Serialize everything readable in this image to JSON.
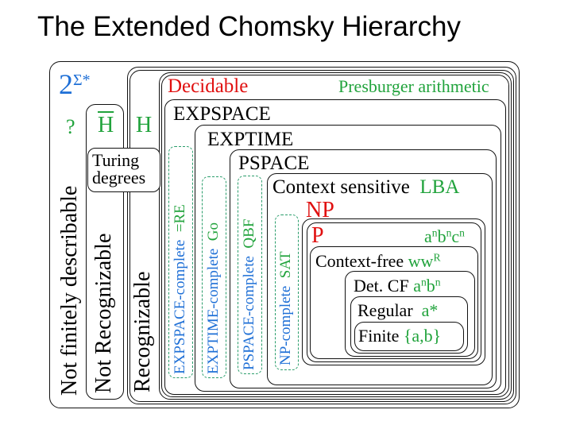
{
  "title": "The Extended Chomsky Hierarchy",
  "power_set": {
    "base": "2",
    "exponent": "Σ*"
  },
  "outer_column": {
    "question": "?",
    "label": "Not finitely describable"
  },
  "not_recognizable": {
    "symbol": "H",
    "label": "Not Recognizable",
    "turing": "Turing degrees"
  },
  "recognizable": {
    "symbol": "H",
    "label": "Recognizable"
  },
  "decidable": {
    "label": "Decidable",
    "example": "Presburger arithmetic"
  },
  "expspace": {
    "label": "EXPSPACE",
    "complete": "EXPSPACE-complete",
    "example": "=RE"
  },
  "exptime": {
    "label": "EXPTIME",
    "complete": "EXPTIME-complete",
    "example": "Go"
  },
  "pspace": {
    "label": "PSPACE",
    "complete": "PSPACE-complete",
    "example": "QBF"
  },
  "context_sensitive": {
    "label": "Context sensitive",
    "example": "LBA"
  },
  "np": {
    "label": "NP",
    "complete": "NP-complete",
    "example": "SAT"
  },
  "p": {
    "label": "P",
    "example_base": "a",
    "example_exp": "n",
    "example_base2": "b",
    "example_exp2": "n",
    "example_base3": "c",
    "example_exp3": "n"
  },
  "context_free": {
    "label": "Context-free",
    "example_base": "ww",
    "example_exp": "R"
  },
  "det_cf": {
    "label": "Det. CF",
    "example_base": "a",
    "example_exp": "n",
    "example_base2": "b",
    "example_exp2": "n"
  },
  "regular": {
    "label": "Regular",
    "example": "a*"
  },
  "finite": {
    "label": "Finite",
    "example": "{a,b}"
  },
  "colors": {
    "green": "#21a33c",
    "red": "#e01010",
    "blue": "#1e6fd6"
  }
}
